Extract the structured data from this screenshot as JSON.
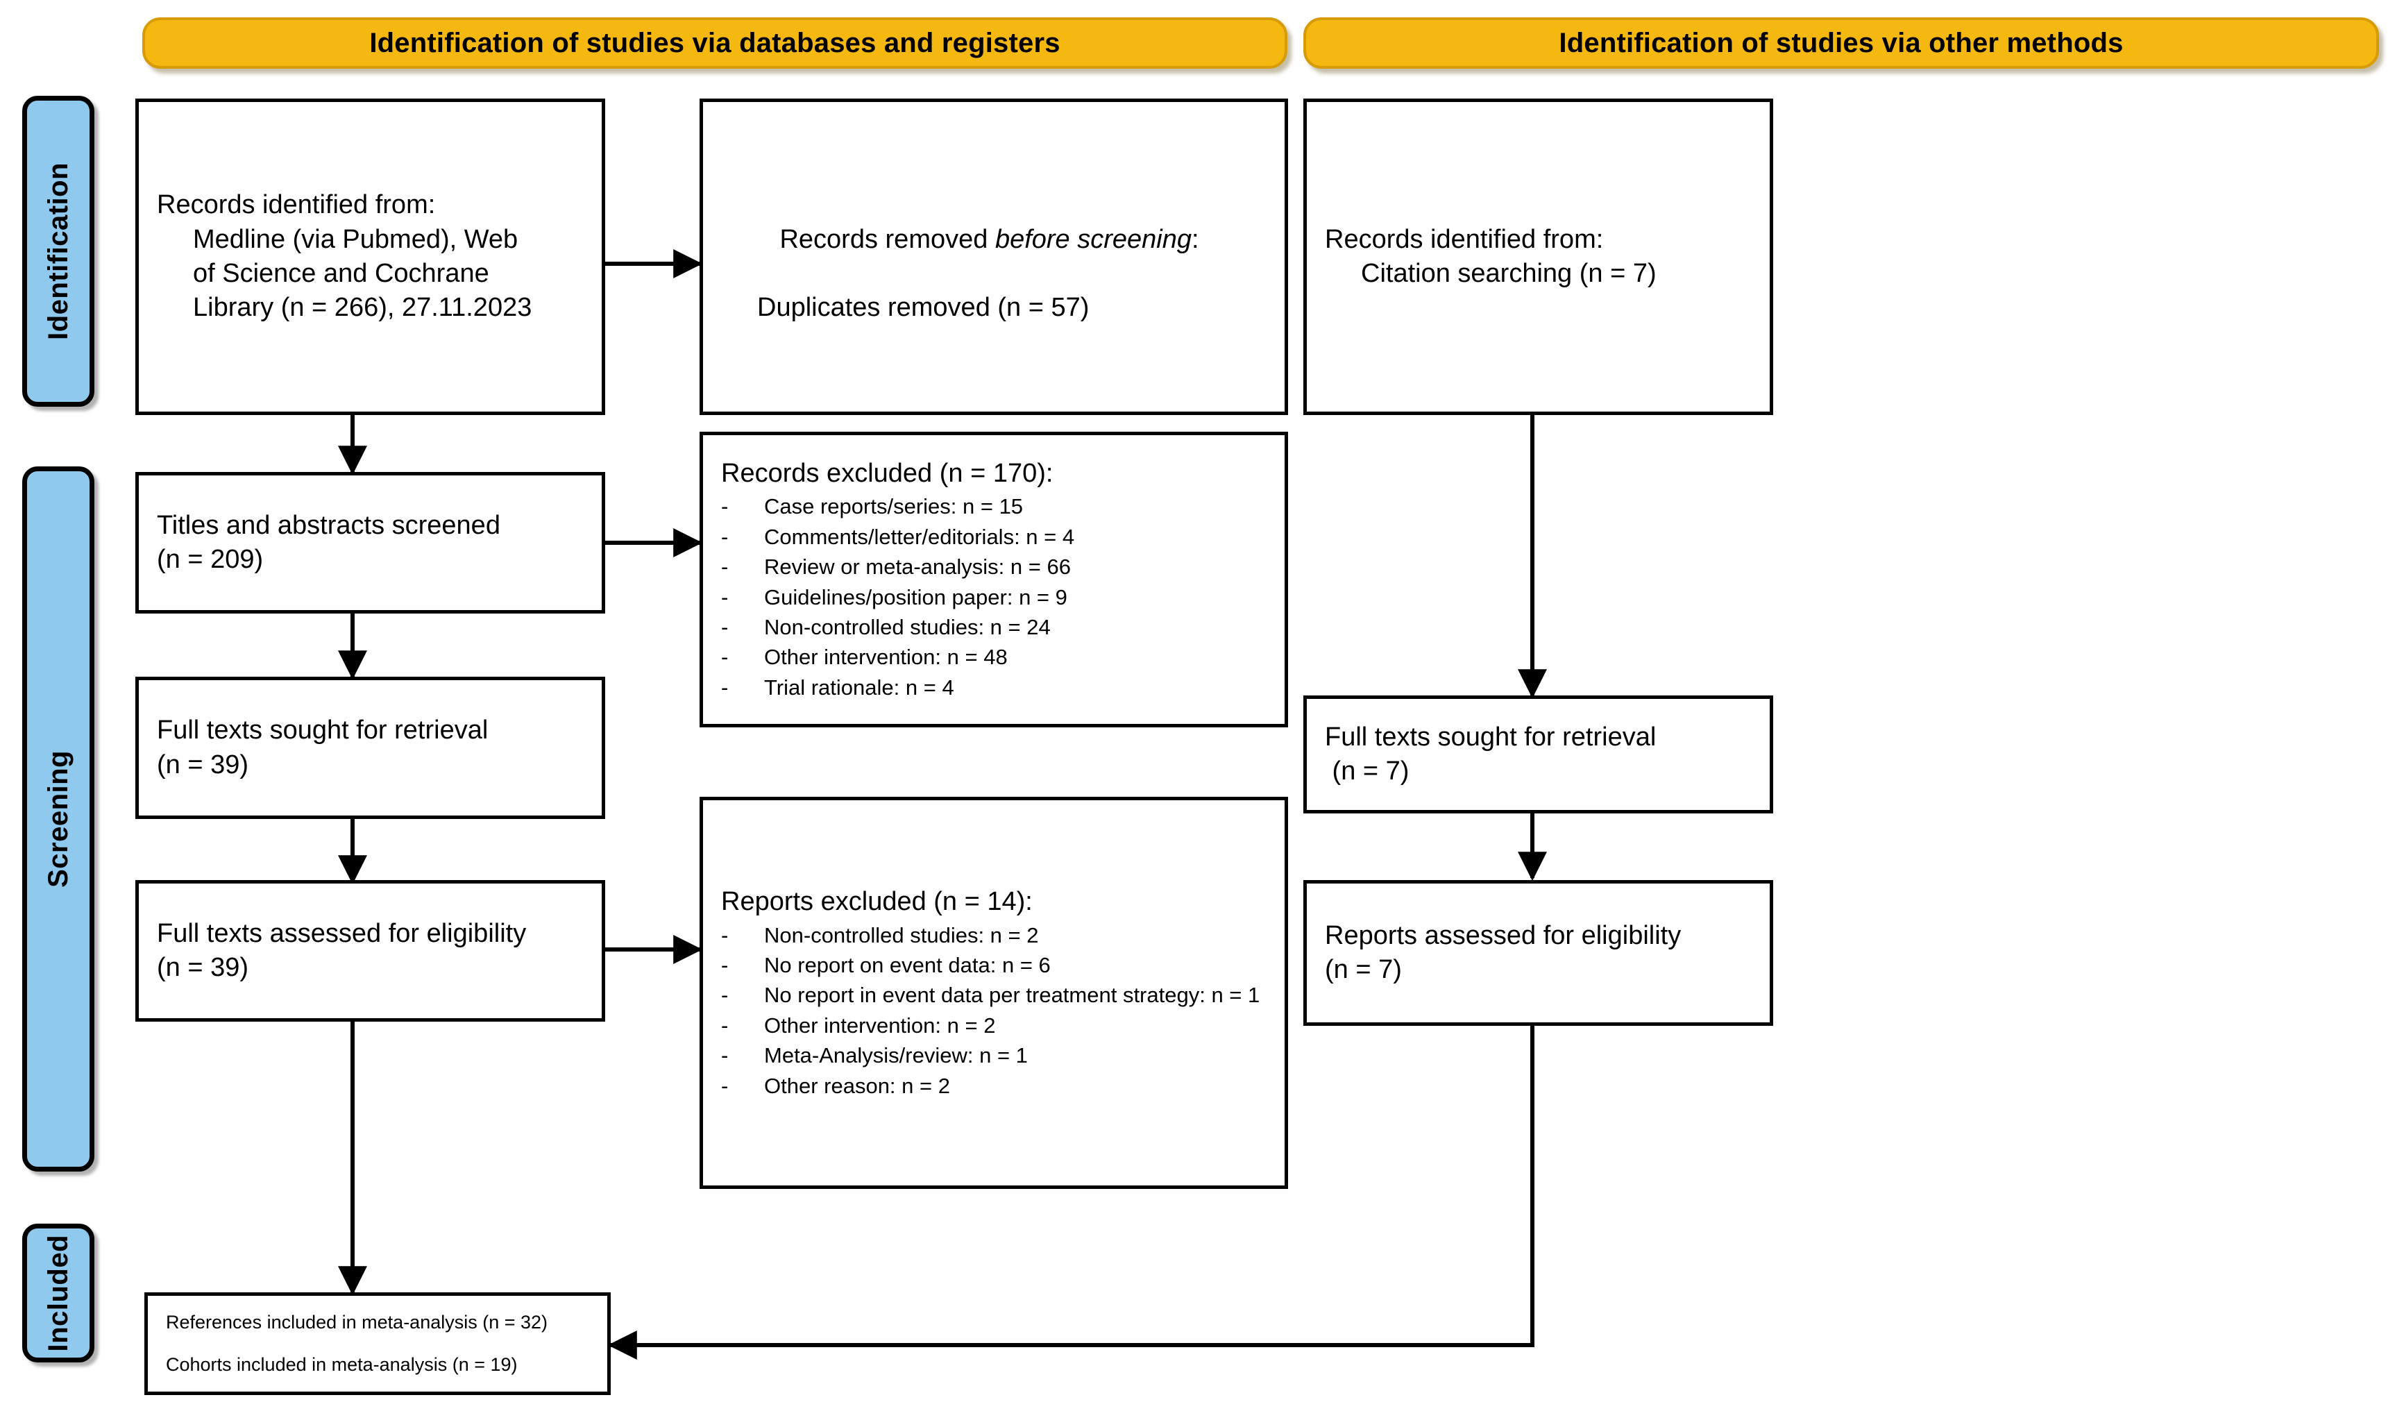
{
  "headers": {
    "left": "Identification of studies via databases and registers",
    "right": "Identification of studies via other methods"
  },
  "stages": {
    "identification": "Identification",
    "screening": "Screening",
    "included": "Included"
  },
  "colors": {
    "banner_fill": "#F5B811",
    "banner_border": "#D79B06",
    "rail_fill": "#8FC9EE",
    "box_border": "#000000",
    "box_fill": "#FFFFFF"
  },
  "nodes": {
    "records_identified_db": {
      "line1": "Records identified from:",
      "line2": "Medline (via Pubmed), Web",
      "line3": "of Science and Cochrane",
      "line4": "Library (n = 266), 27.11.2023"
    },
    "records_removed": {
      "line1_pre": "Records removed ",
      "line1_em": "before screening",
      "line1_post": ":",
      "line2": "Duplicates removed (n = 57)"
    },
    "records_identified_other": {
      "line1": "Records identified from:",
      "line2": "Citation searching (n = 7)"
    },
    "titles_screened": {
      "line1": "Titles and abstracts screened",
      "line2": "(n = 209)"
    },
    "records_excluded": {
      "title": "Records excluded (n = 170):",
      "items": [
        "Case reports/series: n = 15",
        "Comments/letter/editorials: n = 4",
        "Review or meta-analysis: n = 66",
        "Guidelines/position paper: n = 9",
        "Non-controlled studies: n = 24",
        "Other intervention: n = 48",
        "Trial rationale: n = 4"
      ],
      "bullet": "-"
    },
    "fulltext_sought_left": {
      "line1": "Full texts sought for retrieval",
      "line2": "(n = 39)"
    },
    "fulltext_assessed_left": {
      "line1": "Full texts assessed for eligibility",
      "line2": "(n = 39)"
    },
    "reports_excluded": {
      "title": "Reports excluded (n = 14):",
      "items": [
        "Non-controlled studies: n = 2",
        "No report on event data: n = 6",
        "No report in event data per treatment\nstrategy: n = 1",
        "Other intervention: n = 2",
        "Meta-Analysis/review: n = 1",
        "Other reason: n = 2"
      ],
      "bullet": "-"
    },
    "fulltext_sought_right": {
      "line1": "Full texts sought for retrieval",
      "line2": " (n = 7)"
    },
    "reports_assessed_right": {
      "line1": "Reports assessed for eligibility",
      "line2": "(n = 7)"
    },
    "included_box": {
      "line1": "References included in meta-analysis (n = 32)",
      "line2": "Cohorts included in meta-analysis (n = 19)"
    }
  },
  "chart_data": {
    "type": "flowchart",
    "title": "PRISMA 2020 flow diagram",
    "counts": {
      "records_identified_databases": 266,
      "search_date": "27.11.2023",
      "duplicates_removed": 57,
      "records_screened": 209,
      "records_excluded_total": 170,
      "records_excluded_breakdown": {
        "case_reports_series": 15,
        "comments_letter_editorials": 4,
        "review_or_meta_analysis": 66,
        "guidelines_position_paper": 9,
        "non_controlled_studies": 24,
        "other_intervention": 48,
        "trial_rationale": 4
      },
      "full_texts_sought": 39,
      "full_texts_assessed": 39,
      "reports_excluded_total": 14,
      "reports_excluded_breakdown": {
        "non_controlled_studies": 2,
        "no_report_on_event_data": 6,
        "no_report_event_data_per_treatment_strategy": 1,
        "other_intervention": 2,
        "meta_analysis_review": 1,
        "other_reason": 2
      },
      "citation_searching_identified": 7,
      "citation_full_texts_sought": 7,
      "citation_reports_assessed": 7,
      "references_included": 32,
      "cohorts_included": 19
    }
  }
}
